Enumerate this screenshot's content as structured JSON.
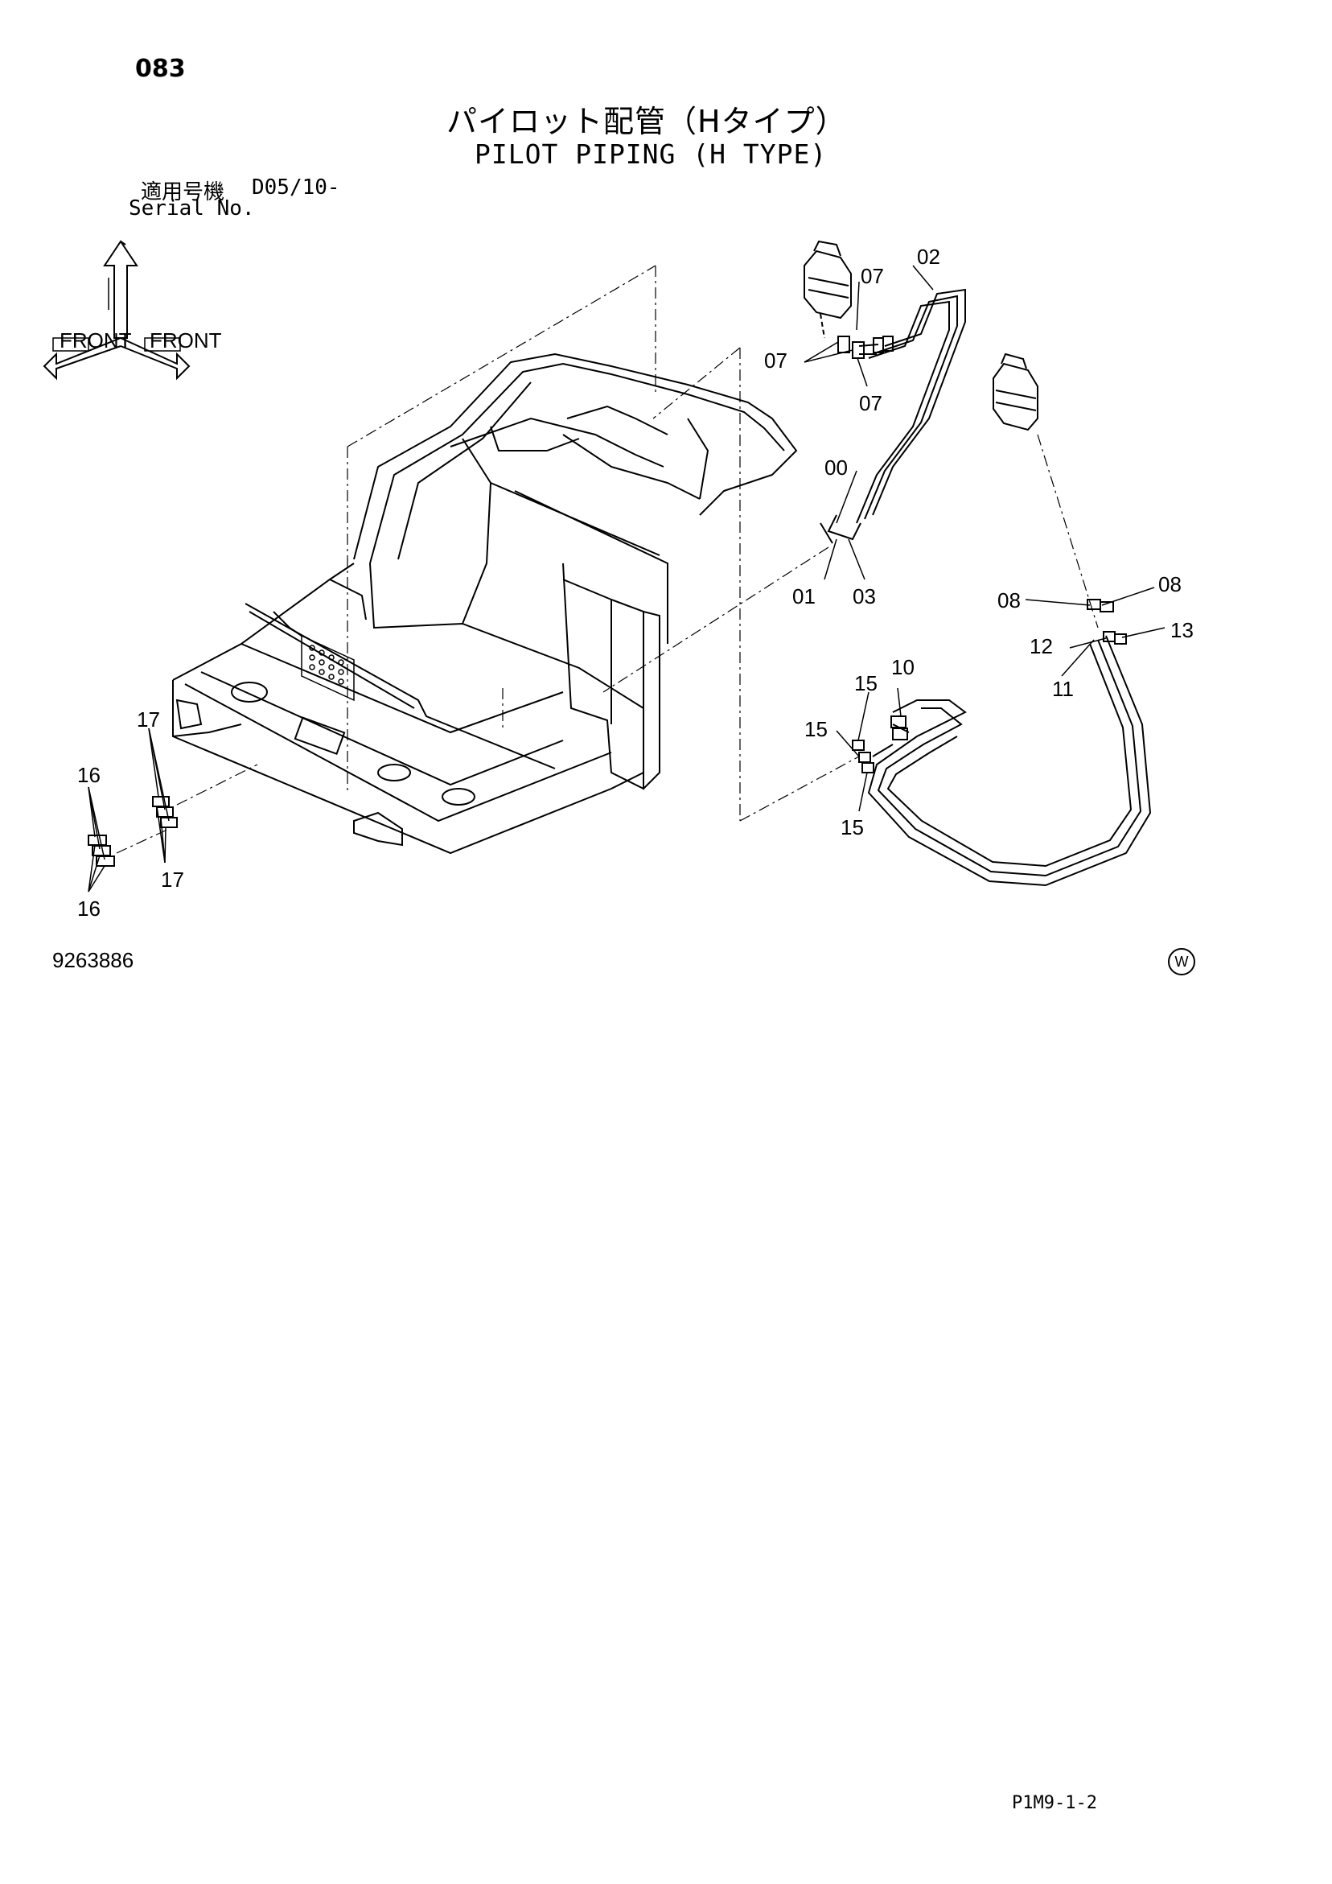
{
  "header": {
    "page_number": "083",
    "title_jp": "パイロット配管（Hタイプ）",
    "title_en": "PILOT PIPING (H TYPE)",
    "serial_label_jp": "適用号機",
    "serial_range": "D05/10-",
    "serial_label_en": "Serial No."
  },
  "orientation_indicator": {
    "labels": [
      "FRONT",
      "FRONT"
    ]
  },
  "callouts": {
    "c00": "00",
    "c01": "01",
    "c02": "02",
    "c03": "03",
    "c07a": "07",
    "c07b": "07",
    "c07c": "07",
    "c08a": "08",
    "c08b": "08",
    "c10": "10",
    "c11": "11",
    "c12": "12",
    "c13": "13",
    "c15a": "15",
    "c15b": "15",
    "c15c": "15",
    "c16a": "16",
    "c16b": "16",
    "c17a": "17",
    "c17b": "17"
  },
  "footer": {
    "drawing_number": "9263886",
    "w_mark": "W",
    "page_reference": "P1M9-1-2"
  }
}
